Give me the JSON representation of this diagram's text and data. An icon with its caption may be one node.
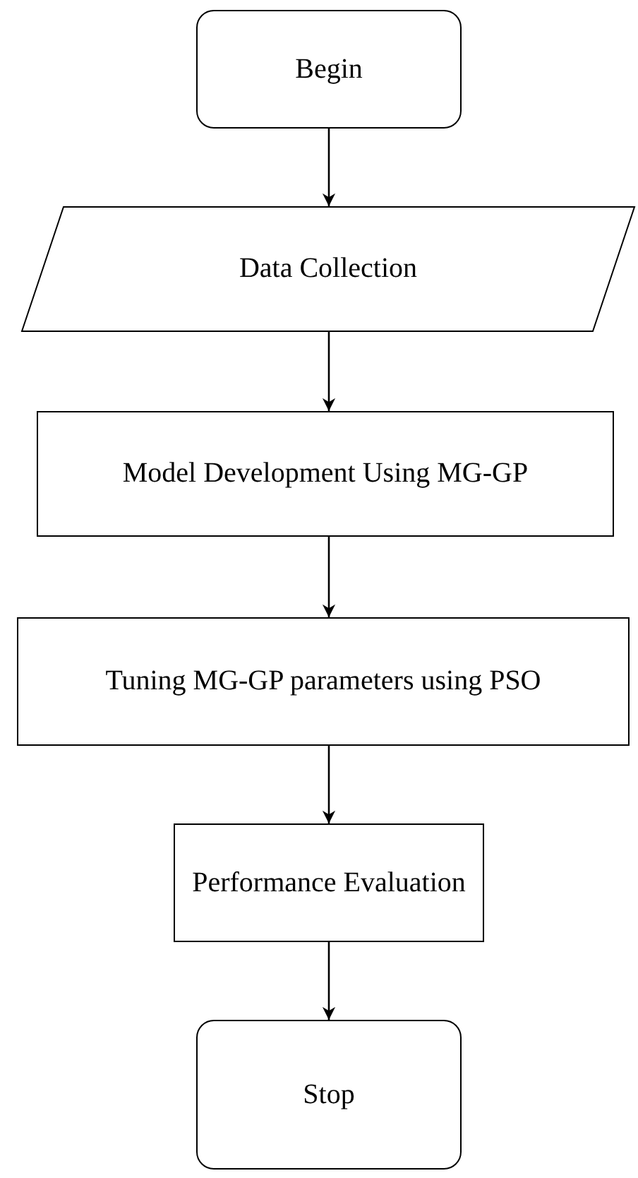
{
  "diagram": {
    "nodes": [
      {
        "text": [
          "Begin"
        ]
      },
      {
        "text": [
          "Data Collection"
        ]
      },
      {
        "text": [
          "Model Development Using MG-GP"
        ]
      },
      {
        "text": [
          "Tuning MG-GP parameters using PSO"
        ]
      },
      {
        "text": [
          "Performance Evaluation"
        ]
      },
      {
        "text": [
          "Stop"
        ]
      }
    ],
    "edges": [
      {
        "from": 0,
        "to": 1,
        "arrow": "to"
      },
      {
        "from": 1,
        "to": 2,
        "arrow": "to"
      },
      {
        "from": 2,
        "to": 3,
        "arrow": "to"
      },
      {
        "from": 3,
        "to": 4,
        "arrow": "to"
      },
      {
        "from": 4,
        "to": 5,
        "arrow": "to"
      }
    ]
  }
}
